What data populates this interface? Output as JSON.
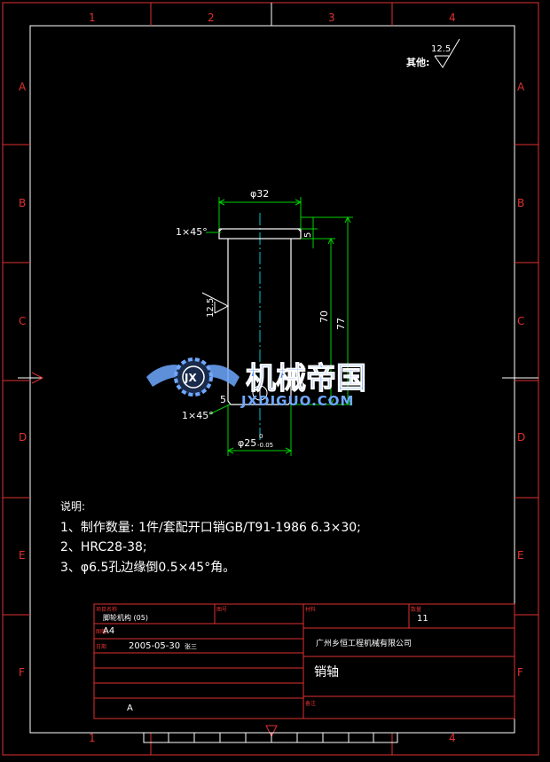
{
  "frame": {
    "columns_top": [
      "1",
      "2",
      "3",
      "4"
    ],
    "columns_bottom": [
      "1",
      "4"
    ],
    "rows_left": [
      "A",
      "B",
      "C",
      "D",
      "E",
      "F"
    ],
    "rows_right": [
      "A",
      "B",
      "C",
      "D",
      "E",
      "F"
    ]
  },
  "roughness_note": {
    "label": "其他:",
    "value": "12.5"
  },
  "drawing": {
    "dim_head_diameter": "φ32",
    "dim_chamfer_top": "1×45°",
    "dim_head_thickness": "5",
    "dim_length_70": "70",
    "dim_length_77": "77",
    "dim_roughness_side": "12.5",
    "dim_hole_partial": "5",
    "dim_chamfer_bottom": "1×45°",
    "dim_shaft_diameter": "φ25",
    "dim_tolerance_upper": "0",
    "dim_tolerance_lower": "-0.05"
  },
  "watermark": {
    "logo_letters": "JX",
    "title": "机械帝国",
    "url": "JXDIGUO.COM"
  },
  "notes": {
    "heading": "说明:",
    "items": [
      "1、制作数量: 1件/套配开口销GB/T91-1986 6.3×30;",
      "2、HRC28-38;",
      "3、φ6.5孔边缘倒0.5×45°角。"
    ]
  },
  "title_block": {
    "project_label": "项目名称",
    "project_value": "脚轮机构 (05)",
    "drawing_no_label": "图号",
    "material_label": "材料",
    "qty_label": "数量",
    "qty_value": "11",
    "size_label": "图幅",
    "size_value": "A4",
    "date_label": "日期",
    "date_value": "2005-05-30",
    "designer": "张三",
    "company": "广州乡恒工程机械有限公司",
    "part_name": "销轴",
    "rev_value": "A",
    "remark_label": "备注"
  },
  "colors": {
    "frame": "#e03030",
    "outline": "#ffffff",
    "dimension": "#00d000",
    "centerline": "#00c8c8",
    "watermark": "#6fa8ff"
  }
}
